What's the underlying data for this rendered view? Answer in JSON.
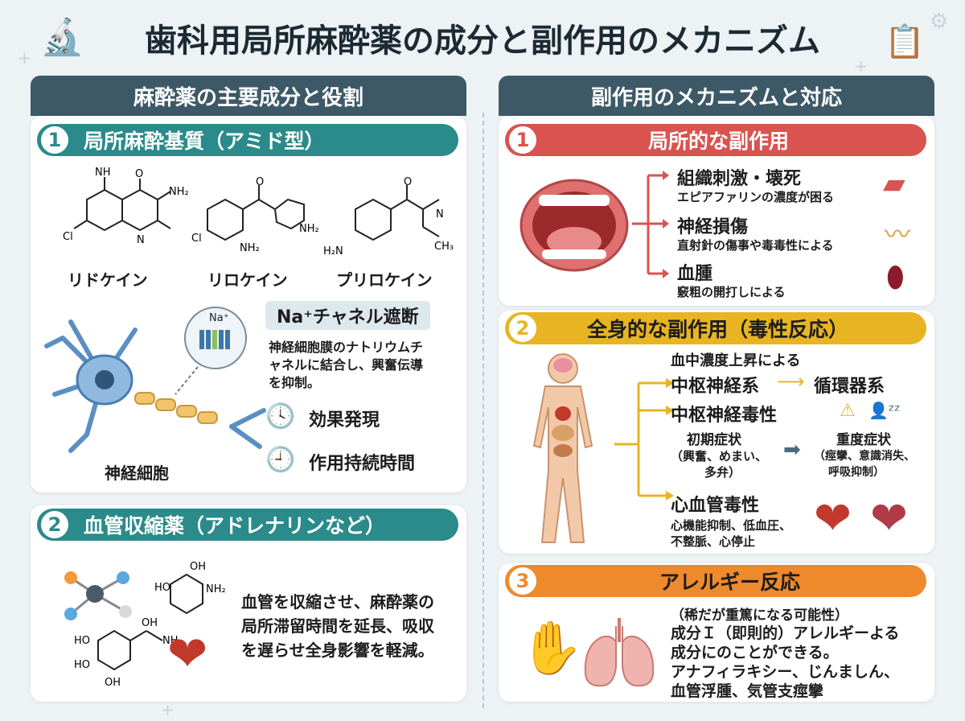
{
  "title": "歯科用局所麻酔薬の成分と副作用のメカニズム",
  "left": {
    "header": "麻酔薬の主要成分と役割",
    "s1": {
      "num": "1",
      "title": "局所麻酔基質（アミド型）",
      "molecules": [
        "リドケイン",
        "リロケイン",
        "プリロケイン"
      ],
      "channel_title": "Na⁺チャネル遮断",
      "channel_desc": [
        "神経細胞膜のナトリウムチ",
        "ャネルに結合し、興奮伝導",
        "を抑制。"
      ],
      "neuron_label": "神経細胞",
      "na_label": "Na⁺",
      "onset": "効果発現",
      "duration": "作用持続時間"
    },
    "s2": {
      "num": "2",
      "title": "血管収縮薬（アドレナリンなど）",
      "desc": [
        "血管を収縮させ、麻酔薬の",
        "局所滞留時間を延長、吸収",
        "を遅らせ全身影響を軽減。"
      ]
    }
  },
  "right": {
    "header": "副作用のメカニズムと対応",
    "s1": {
      "num": "1",
      "title": "局所的な副作用",
      "items": [
        {
          "title": "組織刺激・壊死",
          "desc": "エピアファリンの濃度が困る"
        },
        {
          "title": "神経損傷",
          "desc": "直射針の傷事や毒毒性による"
        },
        {
          "title": "血腫",
          "desc": "竅粗の開打しによる"
        }
      ]
    },
    "s2": {
      "num": "2",
      "title": "全身的な副作用（毒性反応）",
      "cause": "血中濃度上昇による",
      "cns": "中枢神経系",
      "cvs": "循環器系",
      "cns_tox": "中枢神経毒性",
      "early": "初期症状",
      "early_desc": [
        "（興奮、めまい、",
        "多弁）"
      ],
      "severe": "重度症状",
      "severe_desc": [
        "（痙攣、意識消失、",
        "呼吸抑制）"
      ],
      "cv_tox": "心血管毒性",
      "cv_desc": [
        "心機能抑制、低血圧、",
        "不整脈、心停止"
      ]
    },
    "s3": {
      "num": "3",
      "title": "アレルギー反応",
      "lines": [
        "（稀だが重篤になる可能性）",
        "成分Ｉ（即則的）アレルギーよる",
        "成分にのことができる。",
        "アナフィラキシー、じんましん、",
        "血管浮腫、気管支痙攣"
      ]
    }
  },
  "colors": {
    "header": "#3d5968",
    "teal": "#2b8a8a",
    "red": "#d9534f",
    "yellow": "#e8b423",
    "orange": "#ee8a2c"
  }
}
